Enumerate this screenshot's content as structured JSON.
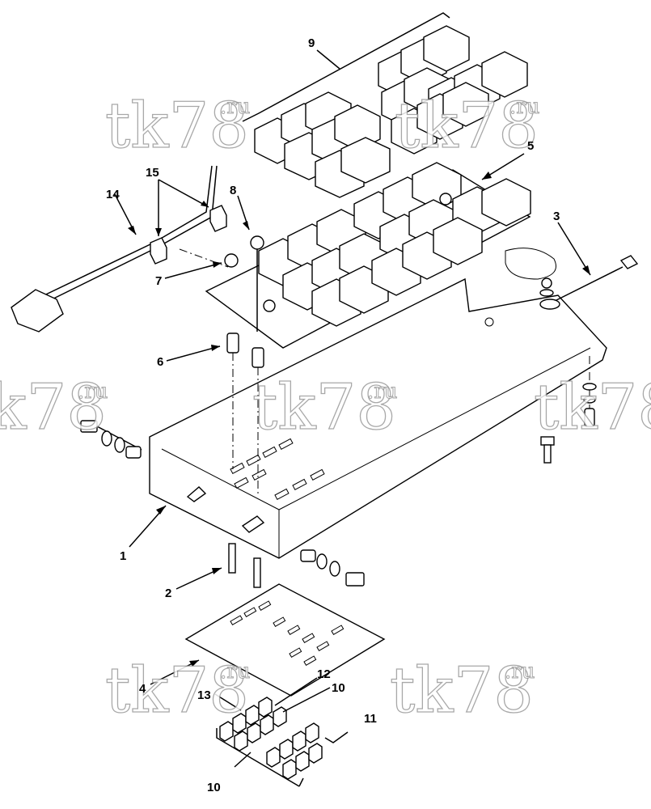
{
  "diagram": {
    "callouts": [
      {
        "id": "c9",
        "text": "9"
      },
      {
        "id": "c5",
        "text": "5"
      },
      {
        "id": "c3",
        "text": "3"
      },
      {
        "id": "c15",
        "text": "15"
      },
      {
        "id": "c14",
        "text": "14"
      },
      {
        "id": "c8",
        "text": "8"
      },
      {
        "id": "c7",
        "text": "7"
      },
      {
        "id": "c6",
        "text": "6"
      },
      {
        "id": "c1",
        "text": "1"
      },
      {
        "id": "c2",
        "text": "2"
      },
      {
        "id": "c4",
        "text": "4"
      },
      {
        "id": "c13",
        "text": "13"
      },
      {
        "id": "c12",
        "text": "12"
      },
      {
        "id": "c10a",
        "text": "10"
      },
      {
        "id": "c11",
        "text": "11"
      },
      {
        "id": "c10b",
        "text": "10"
      }
    ],
    "watermark": {
      "main": "tk78",
      "suffix": ".ru"
    }
  },
  "colors": {
    "line": "#000000",
    "watermark_stroke": "#9a9a9a",
    "background": "#ffffff"
  }
}
